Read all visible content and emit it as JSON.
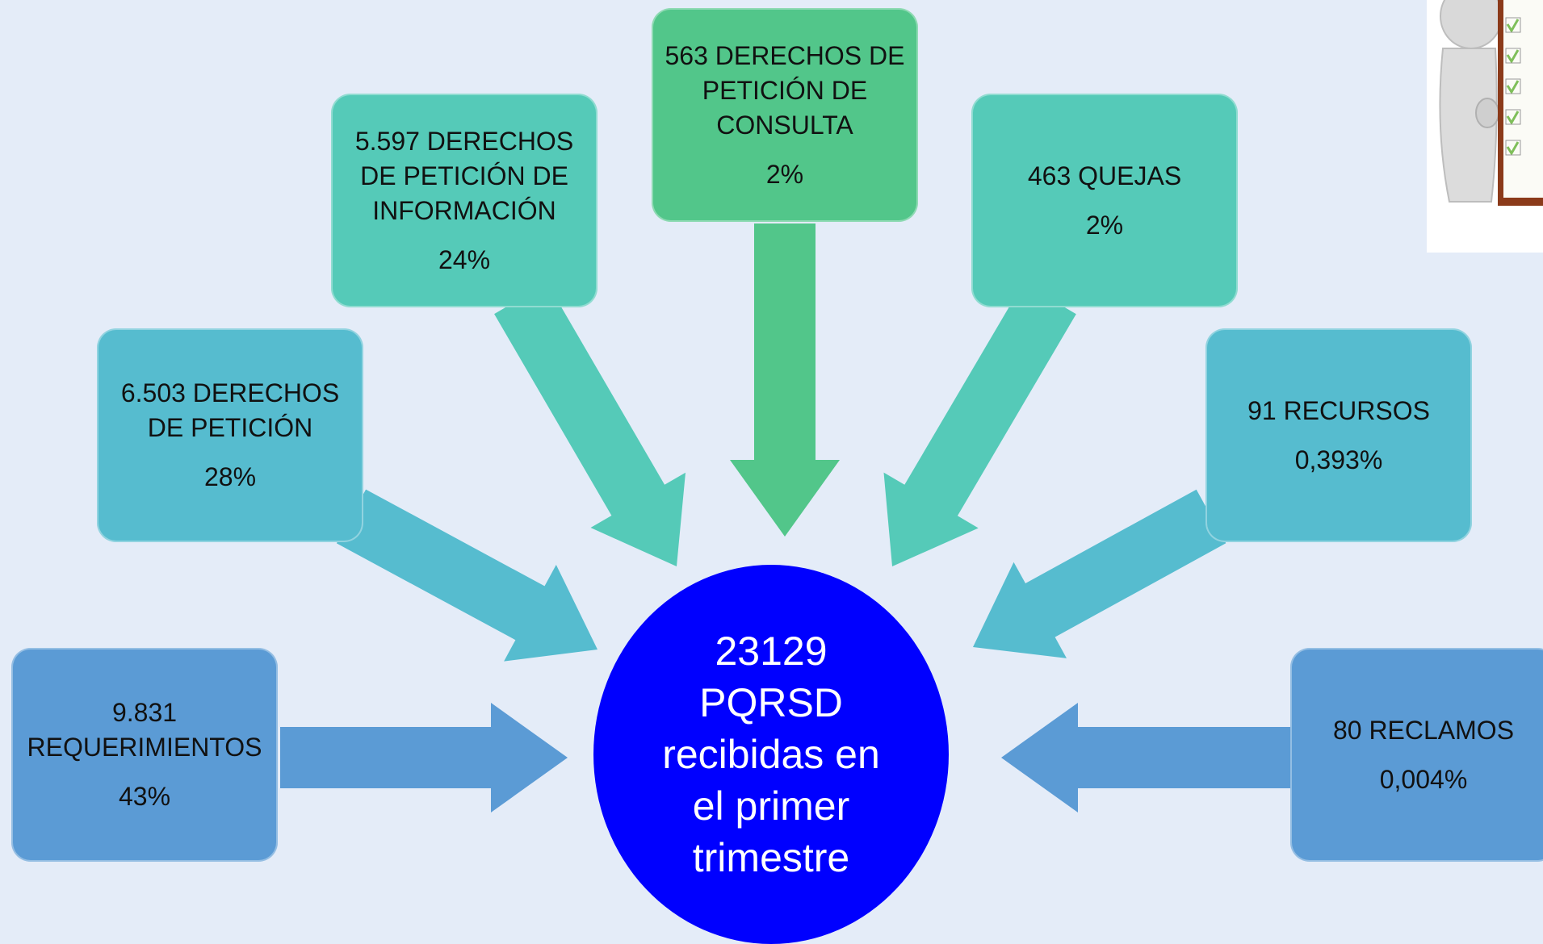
{
  "colors": {
    "background": "#e4ecf8",
    "blue_box": "#5b9bd5",
    "cyan_box": "#56bccf",
    "teal_box": "#55cab8",
    "green_box": "#52c68a",
    "center": "#0000ff"
  },
  "center": {
    "text": "23129 PQRSD recibidas en el primer trimestre"
  },
  "boxes": [
    {
      "id": "requerimientos",
      "label": "9.831 REQUERIMIENTOS",
      "percent": "43%",
      "color": "#5b9bd5"
    },
    {
      "id": "derechos-peticion",
      "label": "6.503 DERECHOS DE PETICIÓN",
      "percent": "28%",
      "color": "#56bccf"
    },
    {
      "id": "peticion-informacion",
      "label": "5.597 DERECHOS DE PETICIÓN DE INFORMACIÓN",
      "percent": "24%",
      "color": "#55cab8"
    },
    {
      "id": "peticion-consulta",
      "label": "563 DERECHOS DE PETICIÓN DE CONSULTA",
      "percent": "2%",
      "color": "#52c68a"
    },
    {
      "id": "quejas",
      "label": "463 QUEJAS",
      "percent": "2%",
      "color": "#55cab8"
    },
    {
      "id": "recursos",
      "label": "91 RECURSOS",
      "percent": "0,393%",
      "color": "#56bccf"
    },
    {
      "id": "reclamos",
      "label": "80 RECLAMOS",
      "percent": "0,004%",
      "color": "#5b9bd5"
    }
  ],
  "clipart": {
    "icon": "checklist-figure-icon"
  }
}
